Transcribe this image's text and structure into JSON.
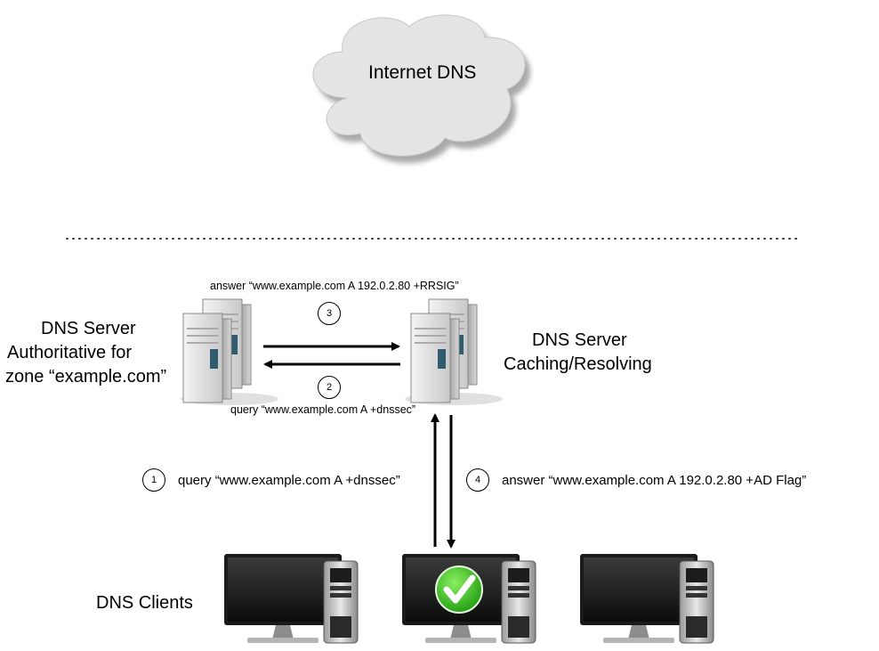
{
  "cloud": {
    "label": "Internet DNS"
  },
  "auth_server": {
    "title": "DNS Server",
    "line2": "Authoritative for",
    "line3": "zone “example.com”"
  },
  "resolver": {
    "title": "DNS Server",
    "subtitle": "Caching/Resolving"
  },
  "clients": {
    "label": "DNS Clients"
  },
  "steps": [
    {
      "number": "1",
      "text": "query “www.example.com A +dnssec”"
    },
    {
      "number": "2",
      "text": "query “www.example.com A +dnssec”"
    },
    {
      "number": "3",
      "text": "answer “www.example.com A 192.0.2.80 +RRSIG”"
    },
    {
      "number": "4",
      "text": "answer “www.example.com A 192.0.2.80 +AD Flag”"
    }
  ],
  "icons": {
    "cloud": "cloud-icon",
    "server": "server-icon",
    "client": "desktop-computer-icon",
    "validated": "green-checkmark-icon"
  },
  "colors": {
    "cloud_fill": "#e4e4e4",
    "check_green": "#3fcf20"
  }
}
